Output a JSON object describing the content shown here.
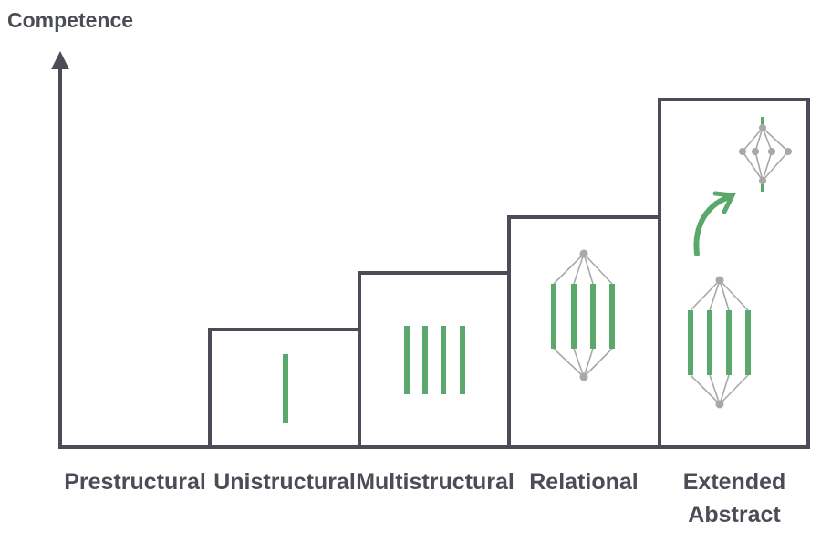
{
  "y_axis": {
    "label": "Competence"
  },
  "levels": [
    {
      "id": "prestructural",
      "label_lines": [
        "Prestructural"
      ]
    },
    {
      "id": "unistructural",
      "label_lines": [
        "Unistructural"
      ]
    },
    {
      "id": "multistructural",
      "label_lines": [
        "Multistructural"
      ]
    },
    {
      "id": "relational",
      "label_lines": [
        "Relational"
      ]
    },
    {
      "id": "extended-abstract",
      "label_lines": [
        "Extended",
        "Abstract"
      ]
    }
  ],
  "colors": {
    "outline": "#4a4d55",
    "bar": "#5aa86c",
    "network": "#a8a8a8",
    "text": "#4a4d55"
  }
}
